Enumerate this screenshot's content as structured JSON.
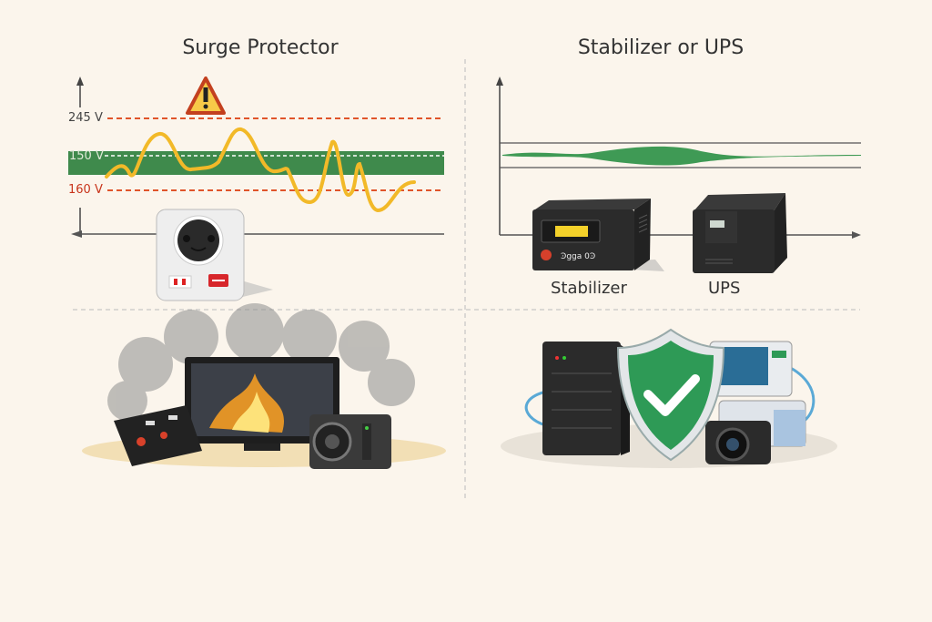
{
  "left_panel": {
    "title": "Surge Protector",
    "levels": {
      "high": "245 V",
      "nominal": "150 V",
      "low": "160 V"
    },
    "warning_icon": "warning-triangle-icon",
    "device_icon": "surge-protector-plug-icon",
    "damage_scene": "burning-electronics"
  },
  "right_panel": {
    "title": "Stabilizer or UPS",
    "devices": [
      {
        "label": "Stabilizer",
        "display_text": "Ͽgga 0Ͽ"
      },
      {
        "label": "UPS"
      }
    ],
    "protected_scene": "shield-check-icon"
  },
  "colors": {
    "background": "#fbf5ec",
    "limit_line": "#e0542a",
    "safe_band": "#3f8a4c",
    "surge_wave": "#f2b928",
    "shield": "#2e9a56"
  }
}
